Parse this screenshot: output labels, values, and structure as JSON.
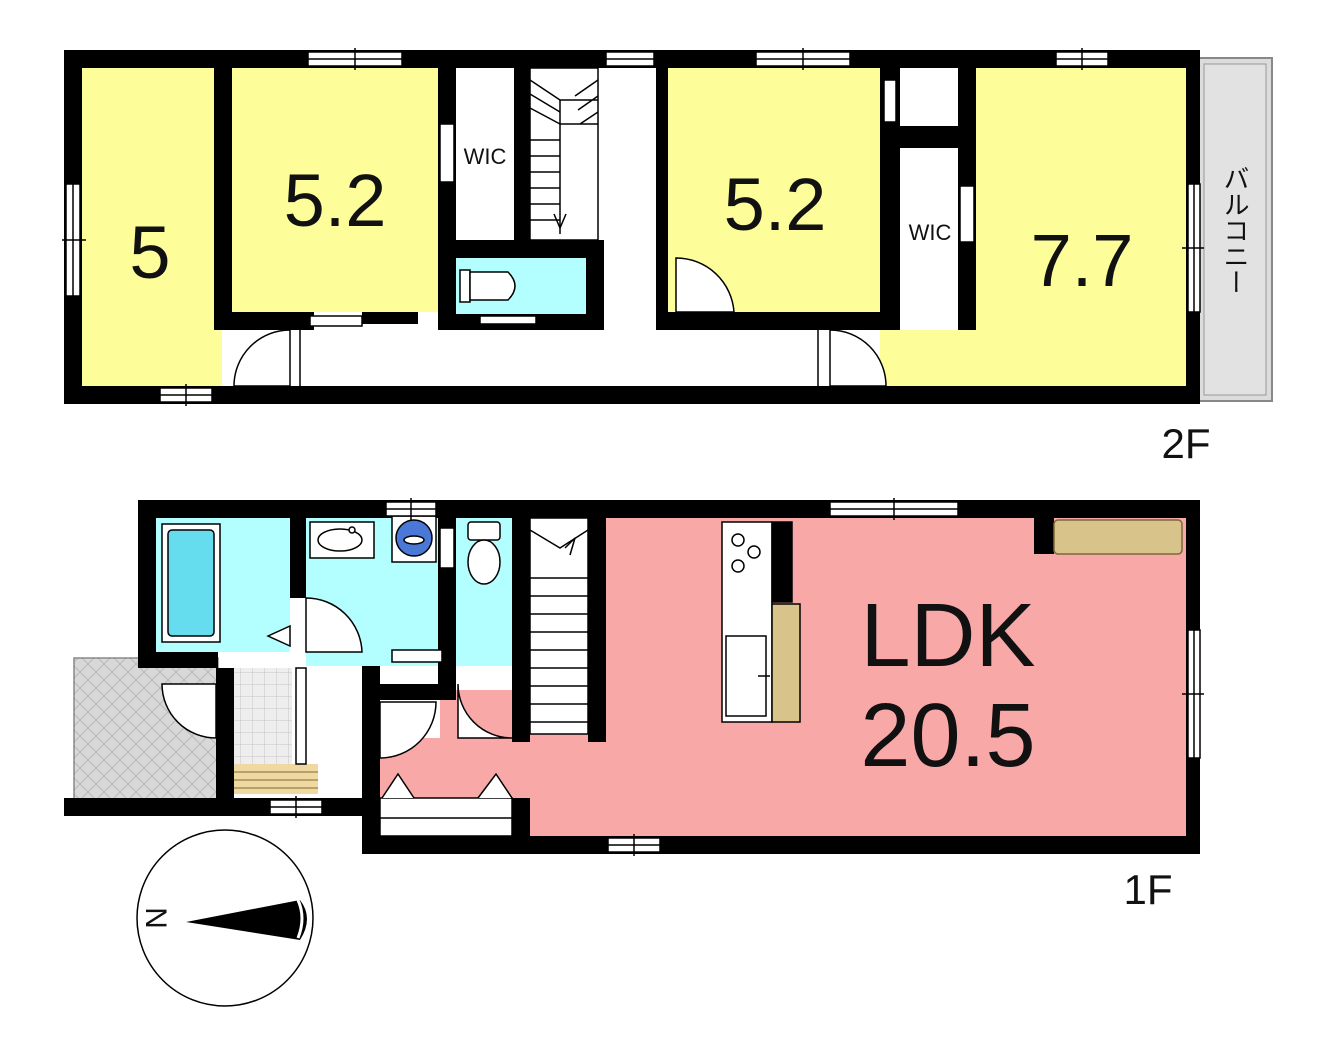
{
  "colors": {
    "bedroom": "#fdfd9a",
    "wet": "#b3ffff",
    "ldk": "#f9a8a8",
    "wall": "#000000",
    "corridor": "#ffffff",
    "balcony": "#dcdcdc",
    "counter": "#d8c48a",
    "entry_tile": "#cccccc",
    "step": "#f0d9a0"
  },
  "floor2": {
    "label": "2F",
    "rooms": [
      {
        "id": "room-west",
        "area": "5"
      },
      {
        "id": "room-north-1",
        "area": "5.2"
      },
      {
        "id": "room-north-2",
        "area": "5.2"
      },
      {
        "id": "room-east",
        "area": "7.7"
      }
    ],
    "closet_1": "WIC",
    "closet_2": "WIC",
    "balcony": "バルコニー"
  },
  "floor1": {
    "label": "1F",
    "ldk_name": "LDK",
    "ldk_area": "20.5"
  },
  "compass": {
    "north": "N"
  }
}
